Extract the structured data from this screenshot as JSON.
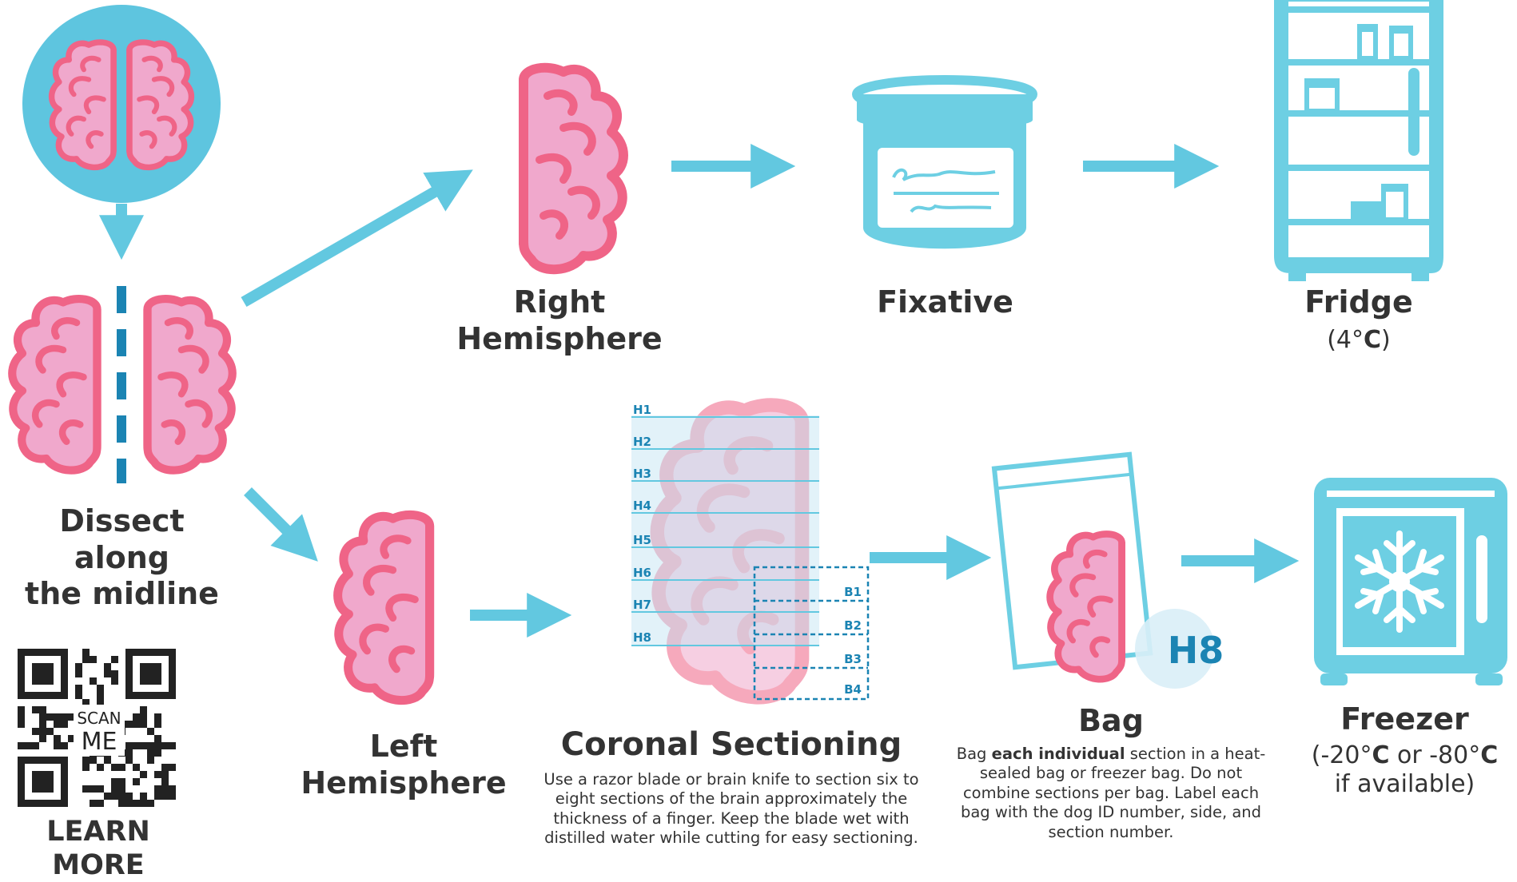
{
  "colors": {
    "arrow": "#62c8e0",
    "brain_fill": "#f0a8cc",
    "brain_stroke": "#ef6487",
    "appliance": "#6dcfe3",
    "dashed_blue": "#1b84b3",
    "label_blue": "#1b84b3",
    "circle_bg": "#5ec5df",
    "text": "#333333"
  },
  "steps": {
    "dissect": {
      "title_line1": "Dissect along",
      "title_line2": "the midline"
    },
    "right": {
      "title_line1": "Right",
      "title_line2": "Hemisphere"
    },
    "fixative": {
      "title": "Fixative"
    },
    "fridge": {
      "title": "Fridge",
      "sub_pre": "(4°",
      "sub_bold": "C",
      "sub_post": ")"
    },
    "left": {
      "title_line1": "Left",
      "title_line2": "Hemisphere"
    },
    "coronal": {
      "title": "Coronal Sectioning",
      "desc": "Use a razor blade or brain knife to section six to eight sections of the brain approximately the thickness of a finger. Keep the blade wet with distilled water while cutting for easy sectioning."
    },
    "bag": {
      "title": "Bag",
      "desc_pre": "Bag ",
      "desc_bold": "each individual",
      "desc_post": " section in a heat-sealed bag or freezer bag. Do not combine sections per bag. Label each bag with the dog ID number, side, and section number.",
      "tag": "H8"
    },
    "freezer": {
      "title": "Freezer",
      "sub_a": "(-20°",
      "sub_b": "C",
      "sub_c": " or -80°",
      "sub_d": "C",
      "sub_line2": "if available)"
    }
  },
  "section_labels": {
    "horizontal": [
      "H1",
      "H2",
      "H3",
      "H4",
      "H5",
      "H6",
      "H7",
      "H8"
    ],
    "box": [
      "B1",
      "B2",
      "B3",
      "B4"
    ]
  },
  "qr": {
    "scan": "SCAN",
    "me": "ME",
    "cta": "LEARN MORE"
  },
  "icons": [
    "brain-icon",
    "right-hemisphere-icon",
    "fixative-jar-icon",
    "fridge-icon",
    "left-hemisphere-icon",
    "sectioned-brain-icon",
    "bag-icon",
    "freezer-icon",
    "snowflake-icon",
    "qr-code-icon"
  ]
}
